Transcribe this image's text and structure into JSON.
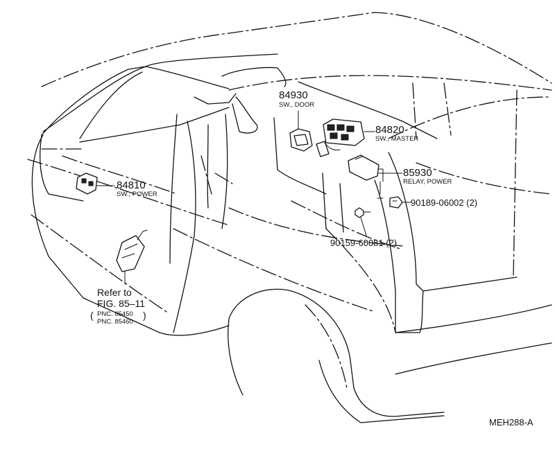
{
  "parts": [
    {
      "number": "84930",
      "desc": "SW., DOOR"
    },
    {
      "number": "84820",
      "desc": "SW., MASTER"
    },
    {
      "number": "85930",
      "desc": "RELAY, POWER"
    },
    {
      "number": "84810",
      "desc": "SW., POWER"
    },
    {
      "number": "90189-06002 (2)"
    },
    {
      "number": "90159-60081 (2)"
    }
  ],
  "refer": {
    "line1": "Refer to",
    "line2": "FIG. 85–11",
    "pnc1": "PNC. 85450",
    "pnc2": "PNC. 85460"
  },
  "figure_code": "MEH288-A"
}
